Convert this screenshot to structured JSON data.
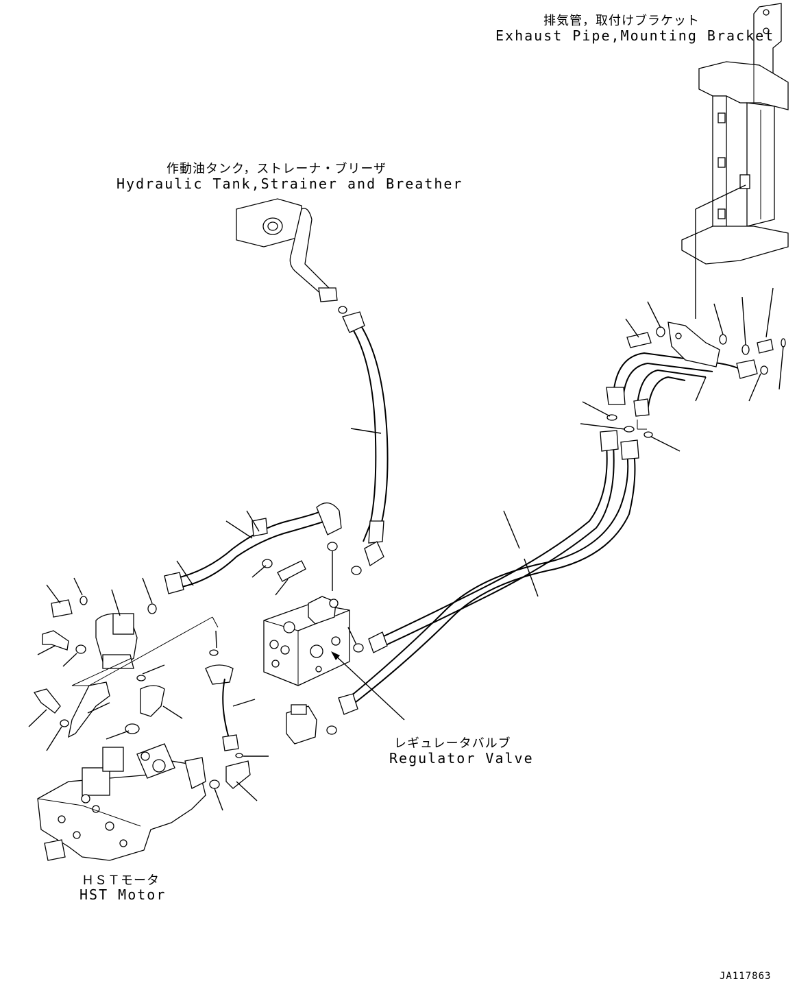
{
  "labels": {
    "exhaust_jp": "排気管，取付けブラケット",
    "exhaust_en": "Exhaust Pipe,Mounting Bracket",
    "tank_jp": "作動油タンク，ストレーナ・ブリーザ",
    "tank_en": "Hydraulic Tank,Strainer and Breather",
    "regulator_jp": "レギュレータバルブ",
    "regulator_en": "Regulator Valve",
    "hst_jp": "ＨＳＴモータ",
    "hst_en": "HST Motor",
    "drawing_code": "JA117863"
  }
}
